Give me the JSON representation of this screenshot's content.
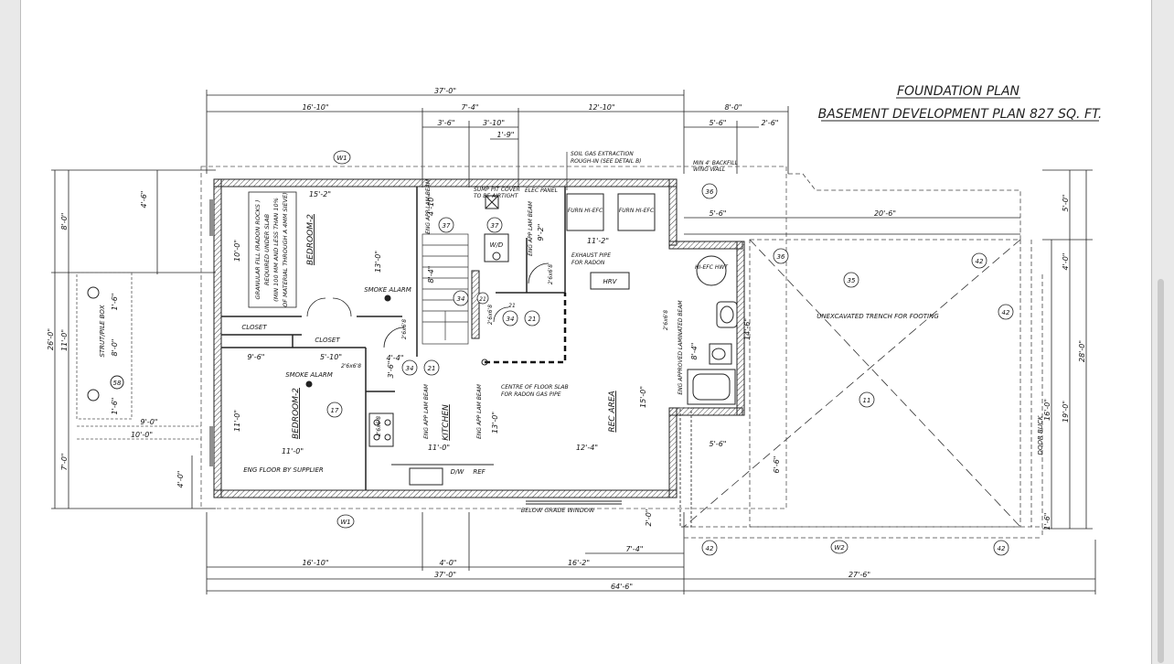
{
  "titles": {
    "plan": "FOUNDATION PLAN",
    "development": "BASEMENT DEVELOPMENT PLAN 827 SQ. FT."
  },
  "dimensions": {
    "overall_top": "37'-0\"",
    "top_a": "16'-10\"",
    "top_b": "7'-4\"",
    "top_c": "12'-10\"",
    "top_d": "8'-0\"",
    "top_e": "3'-6\"",
    "top_f": "3'-10\"",
    "top_g": "5'-6\"",
    "top_h": "2'-6\"",
    "top_i": "1'-9\"",
    "bot_a": "16'-10\"",
    "bot_b": "4'-0\"",
    "bot_c": "16'-2\"",
    "bot_d": "7'-4\"",
    "bot_overall": "37'-0\"",
    "bot_total": "64'-6\"",
    "bot_garage": "27'-6\"",
    "left_a": "4'-6\"",
    "left_b": "8'-0\"",
    "left_overall": "26'-0\"",
    "left_c": "11'-0\"",
    "left_d": "7'-0\"",
    "left_e": "4'-0\"",
    "right_a": "5'-0\"",
    "right_b": "4'-0\"",
    "right_overall": "28'-0\"",
    "right_c": "19'-0\"",
    "right_d": "16'-0\"",
    "right_e": "1'-6\"",
    "bedroom1_w": "15'-2\"",
    "bedroom1_h": "10'-0\"",
    "bedroom1_h2": "13'-0\"",
    "bedroom2_w": "11'-0\"",
    "bedroom2_h": "11'-0\"",
    "hall_a": "5'-10\"",
    "hall_b": "9'-6\"",
    "rec_w": "12'-4\"",
    "rec_h": "15'-0\"",
    "rec_top": "11'-2\"",
    "kitchen_w": "11'-0\"",
    "kitchen_h": "13'-0\"",
    "stair_a": "4'-10\"",
    "stair_b": "8'-4\"",
    "stair_c": "4'-4\"",
    "stair_d": "3'-6\"",
    "stair_e": "9'-2\"",
    "bath_a": "8'-4\"",
    "bath_b": "14'-6\"",
    "garage_a": "5'-6\"",
    "garage_b": "20'-6\"",
    "garage_c": "5'-6\"",
    "garage_d": "6'-6\"",
    "garage_e": "2'-0\"",
    "deck_a": "9'-0\"",
    "deck_b": "10'-0\"",
    "deck_c": "8'-0\"",
    "deck_d": "1'-6\"",
    "deck_e": "1'-6\""
  },
  "rooms": {
    "bedroom_top": "BEDROOM-2",
    "bedroom_bottom": "BEDROOM-2",
    "kitchen": "KITCHEN",
    "rec": "REC AREA",
    "closet_1": "CLOSET",
    "closet_2": "CLOSET",
    "furnace_1": "FURN HI-EFC",
    "furnace_2": "FURN HI-EFC",
    "hrv": "HRV",
    "hwt": "HI-EFC HWT",
    "excavated": "UNEXCAVATED TRENCH FOR FOOTING",
    "dw": "D/W",
    "ref": "REF"
  },
  "notes": {
    "granular_1": "GRANULAR FILL (RADON ROCKS )",
    "granular_2": "REQUIRED UNDER SLAB",
    "granular_3": "(MIN 100 MM AND LESS THAN 10%",
    "granular_4": "OF MATERIAL THROUGH A 4MM SIEVE)",
    "smoke_1": "SMOKE ALARM",
    "smoke_2": "SMOKE ALARM",
    "soil_gas_1": "SOIL GAS EXTRACTION",
    "soil_gas_2": "ROUGH-IN (SEE DETAIL B)",
    "sump_1": "SUMP PIT COVER",
    "sump_2": "TO BE AIRTIGHT",
    "exhaust_1": "EXHAUST PIPE",
    "exhaust_2": "FOR RADON",
    "centre_1": "CENTRE OF FLOOR SLAB",
    "centre_2": "FOR RADON GAS PIPE",
    "backfill_1": "MIN 4' BACKFILL",
    "backfill_2": "WING WALL",
    "eng_floor": "ENG FLOOR BY SUPPLIER",
    "below_grade": "BELOW GRADE WINDOW",
    "eng_beam_1": "ENG APP LAM BEAM",
    "eng_beam_2": "ENG APP LAM BEAM",
    "eng_beam_3": "ENG APP LAM BEAM",
    "eng_beam_4": "ENG APP LAM BEAM",
    "eng_beam_5": "ENG APPROVED LAMINATED BEAM",
    "door_buck": "DOOR BUCK",
    "elec_panel": "ELEC PANEL",
    "wd": "W/D",
    "door_a": "2'6x6'8",
    "door_b": "2'6x6'8",
    "door_c": "2'6x6'8",
    "door_d": "2'6x6'8",
    "door_e": "2'6x6'8",
    "door_f": "2'6x6'8",
    "deck_label": "STRUT/PILE BOX"
  },
  "tags": {
    "w1_top": "W1",
    "w1_bot": "W1",
    "w2": "W2",
    "t36a": "36",
    "t36b": "36",
    "t37a": "37",
    "t37b": "37",
    "t34a": "34",
    "t34b": "34",
    "t34c": "34",
    "t21a": "21",
    "t21b": "21",
    "t21c": "21",
    "t21d": "21",
    "t42a": "42",
    "t42b": "42",
    "t42c": "42",
    "t42d": "42",
    "t35": "35",
    "t11": "11",
    "t17": "17",
    "t58": "58"
  },
  "colors": {
    "ink": "#111111",
    "wall_hatch": "#444444",
    "paper": "#ffffff",
    "frame": "#e9e9e9"
  }
}
